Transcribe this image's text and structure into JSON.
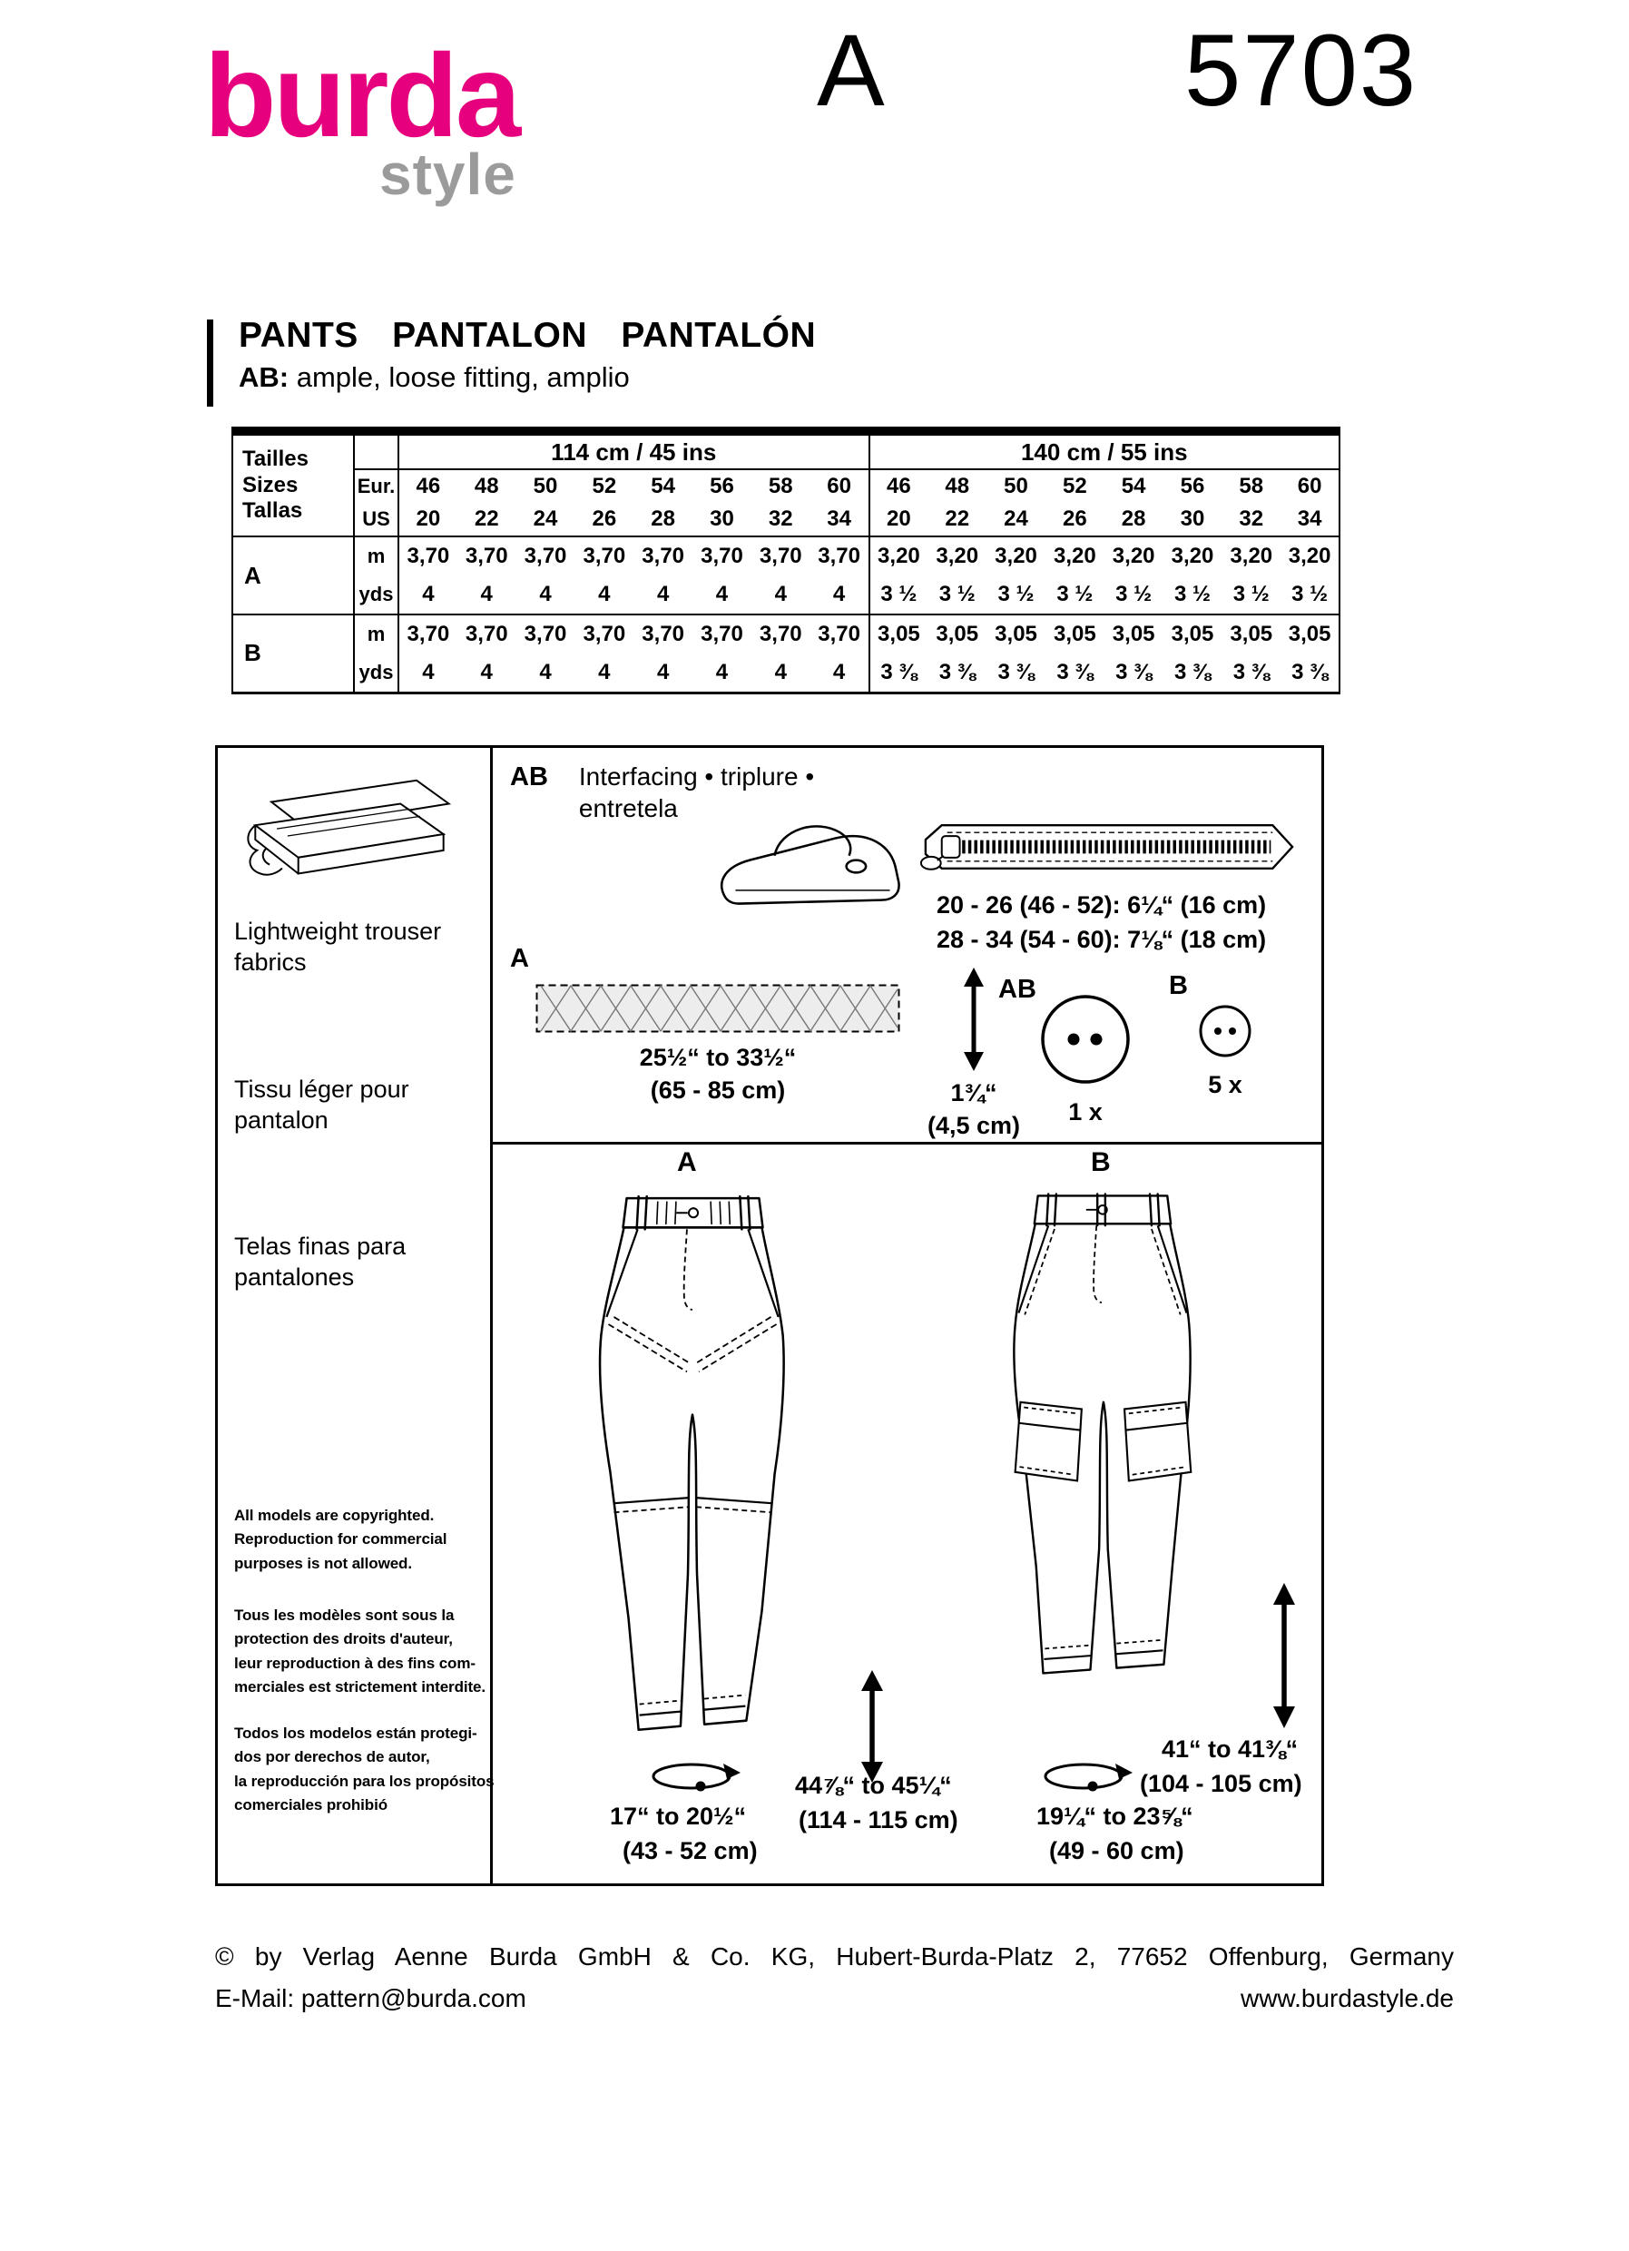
{
  "colors": {
    "brand_pink": "#e6007e",
    "logo_gray": "#9b9b9b",
    "ink": "#000000"
  },
  "header": {
    "logo_main": "burda",
    "logo_sub": "style",
    "view_letter": "A",
    "pattern_number": "5703"
  },
  "title_block": {
    "title": "PANTS PANTALON PANTALÓN",
    "subtitle_bold": "AB:",
    "subtitle_text": "ample, loose fitting, amplio"
  },
  "size_table": {
    "width_group_1": "114 cm / 45 ins",
    "width_group_2": "140 cm / 55 ins",
    "sizes_label": "Tailles Sizes\nTallas",
    "eur_label": "Eur.",
    "us_label": "US",
    "eur_sizes": [
      "46",
      "48",
      "50",
      "52",
      "54",
      "56",
      "58",
      "60"
    ],
    "us_sizes": [
      "20",
      "22",
      "24",
      "26",
      "28",
      "30",
      "32",
      "34"
    ],
    "view_a": "A",
    "view_b": "B",
    "unit_m": "m",
    "unit_yds": "yds",
    "a_m_114": [
      "3,70",
      "3,70",
      "3,70",
      "3,70",
      "3,70",
      "3,70",
      "3,70",
      "3,70"
    ],
    "a_yds_114": [
      "4",
      "4",
      "4",
      "4",
      "4",
      "4",
      "4",
      "4"
    ],
    "a_m_140": [
      "3,20",
      "3,20",
      "3,20",
      "3,20",
      "3,20",
      "3,20",
      "3,20",
      "3,20"
    ],
    "a_yds_140": [
      "3 ½",
      "3 ½",
      "3 ½",
      "3 ½",
      "3 ½",
      "3 ½",
      "3 ½",
      "3 ½"
    ],
    "b_m_114": [
      "3,70",
      "3,70",
      "3,70",
      "3,70",
      "3,70",
      "3,70",
      "3,70",
      "3,70"
    ],
    "b_yds_114": [
      "4",
      "4",
      "4",
      "4",
      "4",
      "4",
      "4",
      "4"
    ],
    "b_m_140": [
      "3,05",
      "3,05",
      "3,05",
      "3,05",
      "3,05",
      "3,05",
      "3,05",
      "3,05"
    ],
    "b_yds_140": [
      "3 ⅜",
      "3 ⅜",
      "3 ⅜",
      "3 ⅜",
      "3 ⅜",
      "3 ⅜",
      "3 ⅜",
      "3 ⅜"
    ]
  },
  "fabric_panel": {
    "fabric_en": "Lightweight trouser\nfabrics",
    "fabric_fr": "Tissu léger pour\npantalon",
    "fabric_es": "Telas finas para\npantalones",
    "copyright_en": "All models are copyrighted.\nReproduction for commercial\npurposes is not allowed.",
    "copyright_fr": "Tous les modèles sont sous la\nprotection des droits d'auteur,\nleur reproduction à des fins com-\nmerciales est strictement interdite.",
    "copyright_es": "Todos los modelos están protegi-\ndos por derechos de autor,\nla reproducción para los propósitos\ncomerciales prohibió"
  },
  "notions": {
    "ab_label": "AB",
    "interfacing_text": "Interfacing • triplure •\nentretela",
    "zipper_line_1": "20 - 26 (46 - 52): 6¼“ (16 cm)",
    "zipper_line_2": "28 - 34 (54 - 60): 7⅛“ (18 cm)",
    "a_label": "A",
    "strip_width_in": "25½“ to 33½“",
    "strip_width_cm": "(65 - 85 cm)",
    "strip_height_in": "1¾“",
    "strip_height_cm": "(4,5 cm)",
    "button_ab_label": "AB",
    "button_ab_count": "1 x",
    "button_b_label": "B",
    "button_b_count": "5 x"
  },
  "views": {
    "a_label": "A",
    "b_label": "B",
    "hem_a_in": "17“ to 20½“",
    "hem_a_cm": "(43 - 52 cm)",
    "length_a_in": "44⅞“ to 45¼“",
    "length_a_cm": "(114 - 115 cm)",
    "hem_b_in": "19¼“ to 23⅝“",
    "hem_b_cm": "(49 - 60 cm)",
    "length_b_in": "41“ to 41⅜“",
    "length_b_cm": "(104 - 105 cm)"
  },
  "footer": {
    "line1": "© by Verlag Aenne Burda GmbH & Co. KG, Hubert-Burda-Platz 2, 77652 Offenburg, Germany",
    "email": "E-Mail: pattern@burda.com",
    "website": "www.burdastyle.de"
  },
  "icons": {
    "fabric_bolt": "fabric-bolt-icon",
    "iron": "iron-icon",
    "zipper": "zipper-icon",
    "interfacing_strip": "interfacing-strip-icon",
    "button_two_hole": "two-hole-button-icon",
    "double_arrow": "double-vertical-arrow-icon",
    "hem_circumference": "hem-circumference-icon",
    "pants_a": "pants-front-view-a",
    "pants_b": "pants-front-view-b"
  }
}
